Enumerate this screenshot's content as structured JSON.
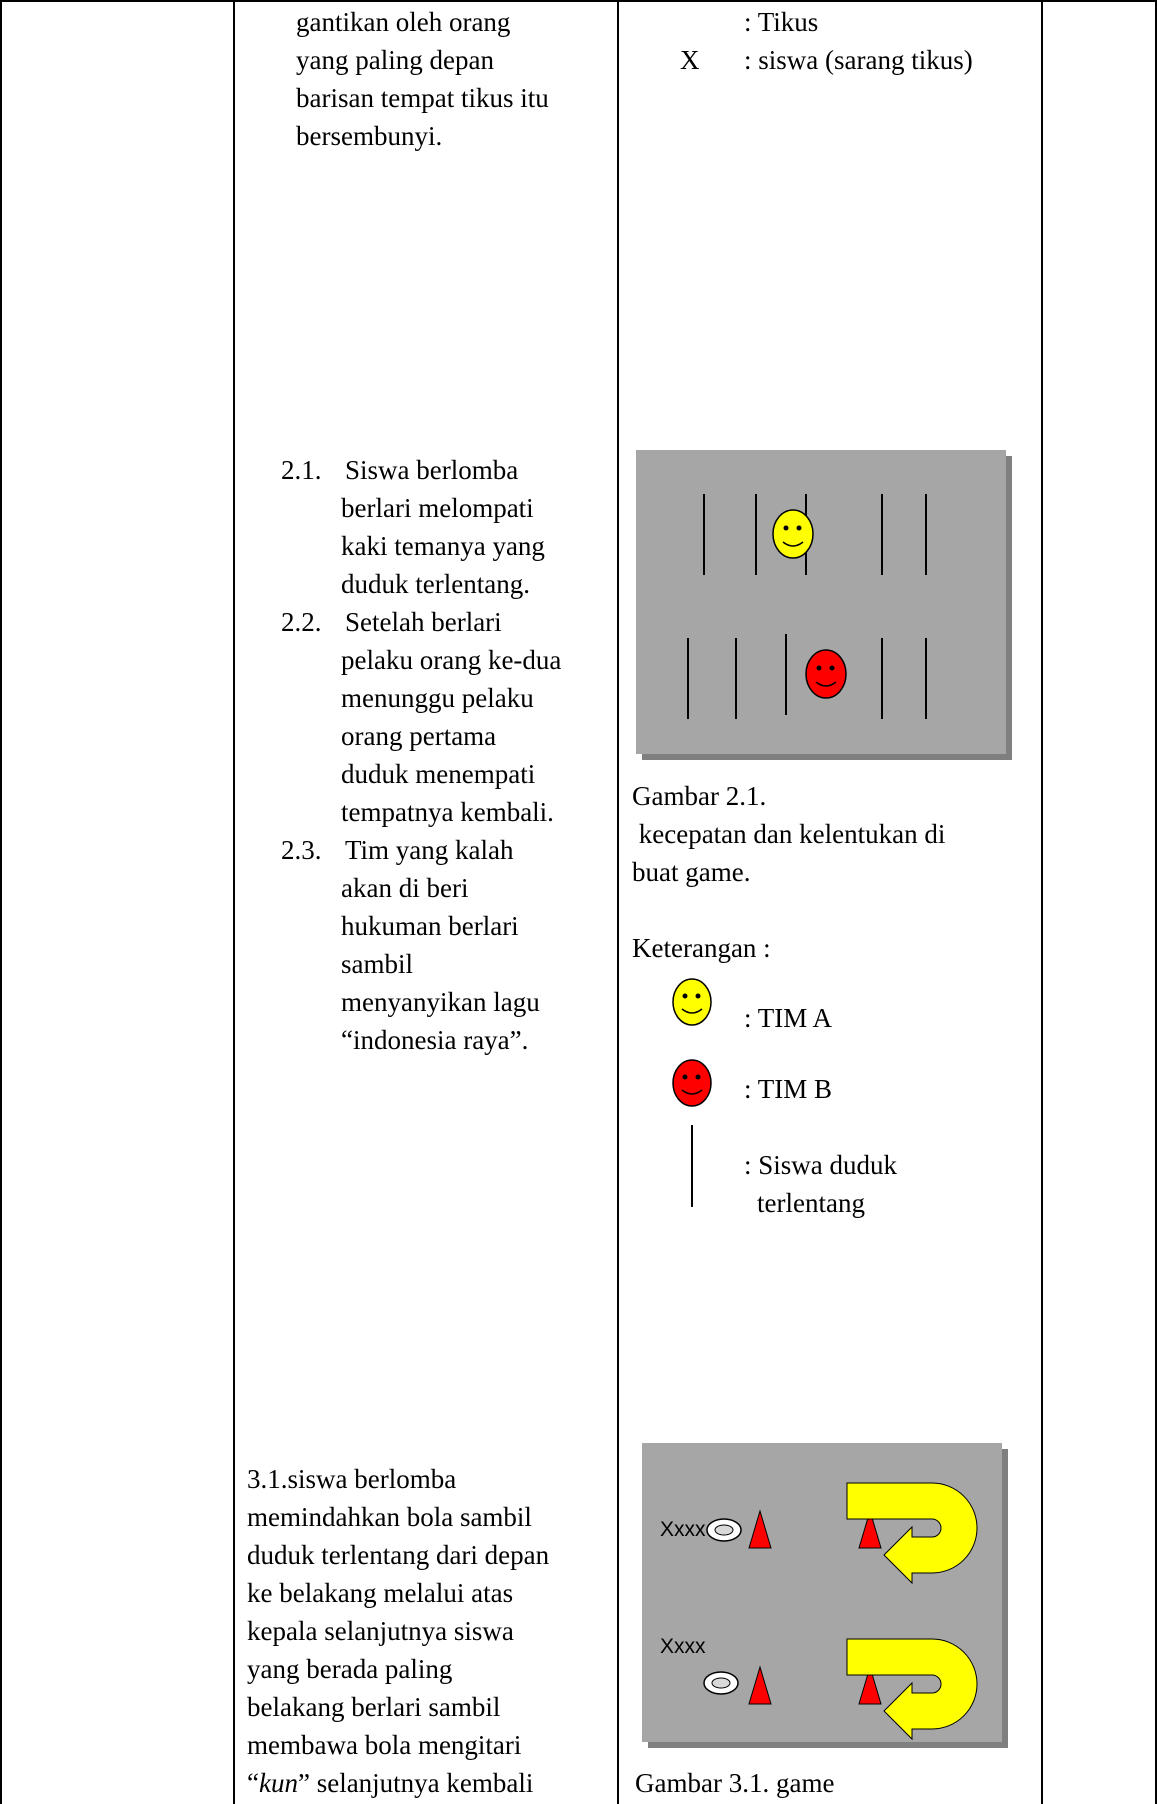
{
  "col2": {
    "cont_lines": [
      "gantikan oleh orang",
      "yang paling depan",
      "barisan tempat tikus itu",
      "bersembunyi."
    ],
    "sec2_items": [
      {
        "number": "2.1.",
        "first": "Siswa berlomba",
        "rest": [
          "berlari melompati",
          "kaki temanya yang",
          "duduk terlentang."
        ]
      },
      {
        "number": "2.2.",
        "first": "Setelah berlari",
        "rest": [
          "pelaku orang ke-dua",
          "menunggu pelaku",
          "orang pertama",
          "duduk menempati",
          "tempatnya kembali."
        ]
      },
      {
        "number": "2.3.",
        "first": "Tim yang kalah",
        "rest": [
          "akan di beri",
          "hukuman berlari",
          "sambil",
          "menyanyikan lagu",
          "“indonesia raya”."
        ]
      }
    ],
    "sec3_lines": [
      "3.1.siswa berlomba",
      "memindahkan bola sambil",
      "duduk terlentang dari depan",
      "ke belakang melalui atas",
      "kepala selanjutnya siswa",
      "yang berada paling",
      "belakang berlari sambil",
      "membawa bola mengitari"
    ],
    "sec3_last": {
      "open": "“",
      "italic": "kun",
      "close": "” selanjutnya kembali"
    }
  },
  "col3": {
    "legend_top": [
      {
        "symbol": "",
        "desc": ": Tikus"
      },
      {
        "symbol": "X",
        "desc": ": siswa (sarang tikus)"
      }
    ],
    "fig21": {
      "caption_title": "Gambar 2.1.",
      "caption_lines": [
        " kecepatan dan kelentukan di",
        "buat game."
      ],
      "legend_heading": "Keterangan :",
      "legend": [
        {
          "icon": "yellow-smiley-icon",
          "text": ": TIM A"
        },
        {
          "icon": "red-smiley-icon",
          "text": ": TIM B"
        },
        {
          "icon": "vertical-line-icon",
          "text": ": Siswa duduk",
          "text2": "terlentang"
        }
      ],
      "colors": {
        "background": "#a6a6a6",
        "team_a": "#ffff00",
        "team_b": "#ff0000"
      }
    },
    "fig31": {
      "row1_label": "Xxxx",
      "row2_label": "Xxxx",
      "caption": "Gambar 3.1. game",
      "colors": {
        "background": "#a6a6a6",
        "cone": "#ff0000",
        "arrow": "#ffff00"
      }
    }
  }
}
